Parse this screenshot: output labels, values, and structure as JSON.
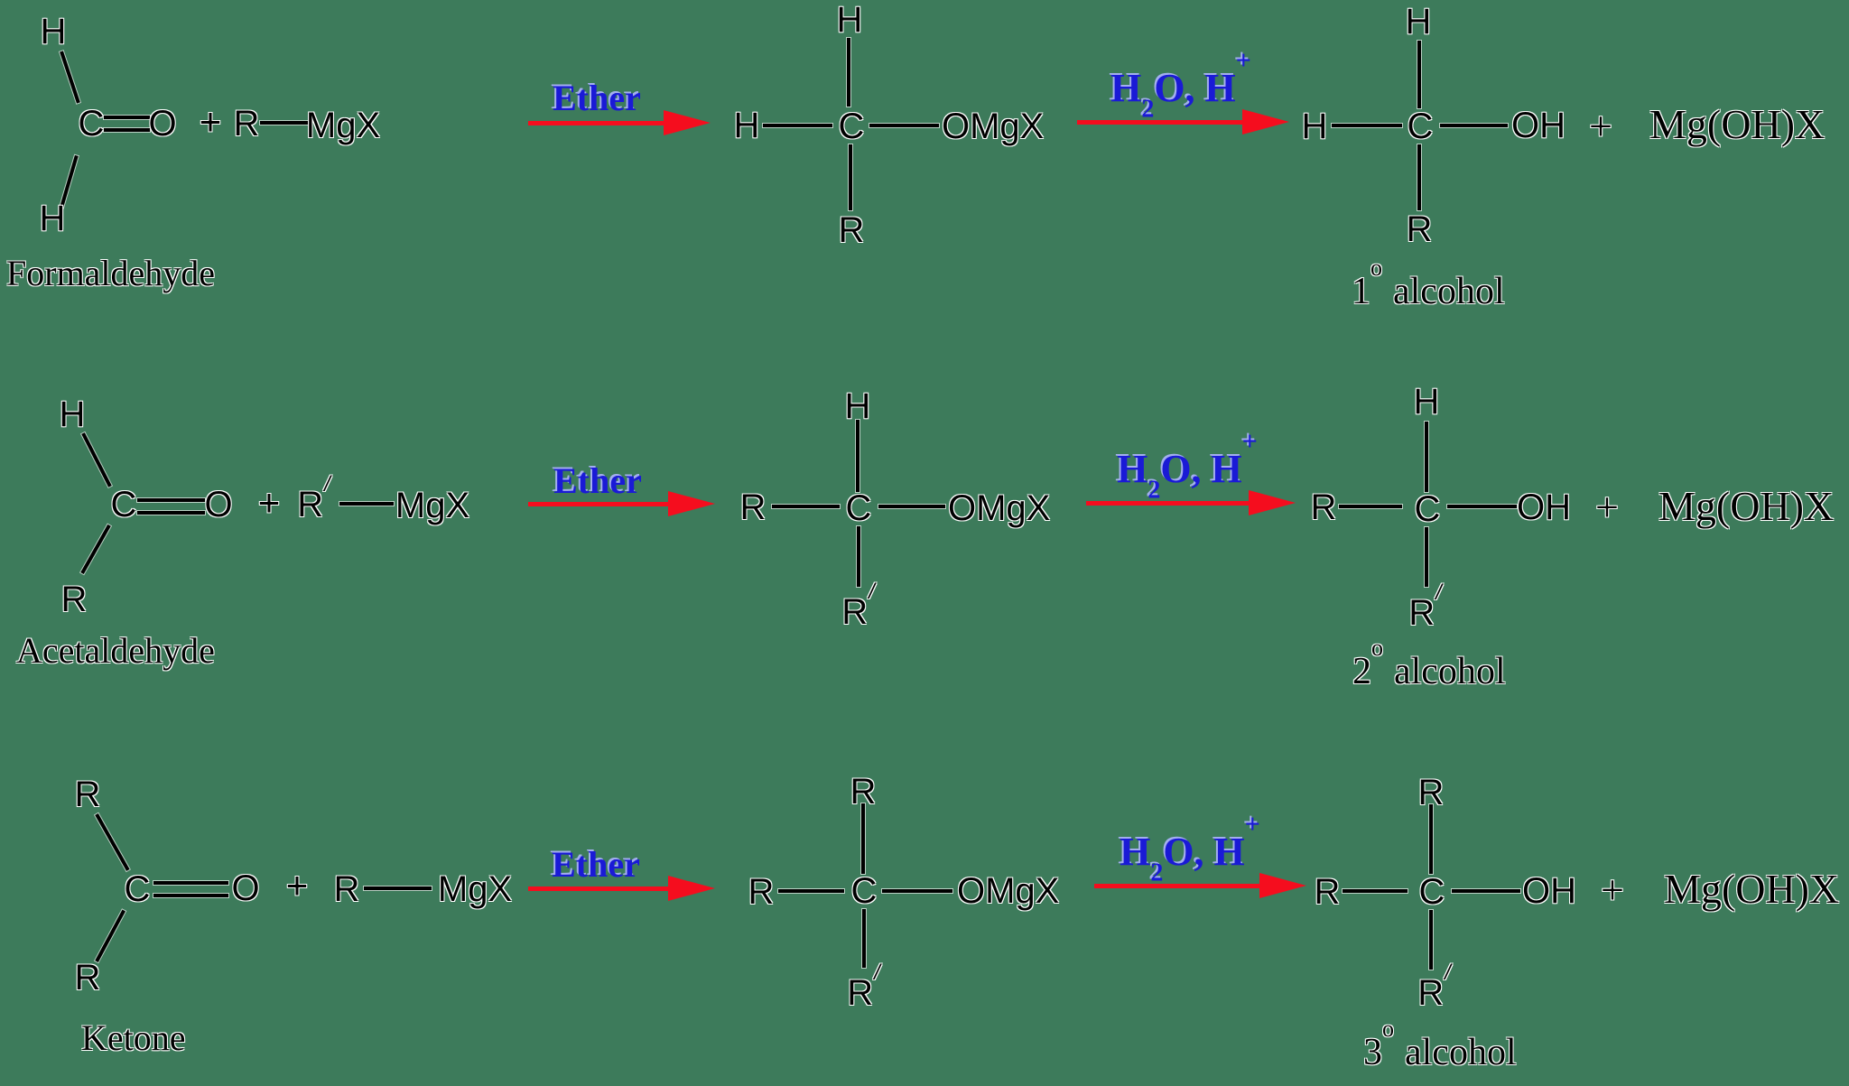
{
  "colors": {
    "background": "#3d7b5b",
    "bond_and_text": "#000000",
    "arrow_red": "#f50d1e",
    "reagent_blue": "#1a1ad6"
  },
  "reactions": [
    {
      "reactant": {
        "label": "Formaldehyde",
        "top": "H",
        "bottom": "H",
        "bottom_sup": "",
        "carbon": "C",
        "oxygen": "O"
      },
      "plus": "+",
      "grignard": {
        "r": "R",
        "r_sup": "",
        "mgx": "MgX"
      },
      "step1_label": "Ether",
      "step2_label": {
        "h": "H",
        "sub": "2",
        "rest": "O, H",
        "sup": "+"
      },
      "adduct": {
        "left": "H",
        "top": "H",
        "carbon": "C",
        "right": "OMgX",
        "bottom": "R",
        "bottom_sup": ""
      },
      "product": {
        "left": "H",
        "top": "H",
        "carbon": "C",
        "right": "OH",
        "bottom": "R",
        "bottom_sup": ""
      },
      "plus2": "+",
      "byproduct": "Mg(OH)X",
      "product_label": {
        "num": "1",
        "sup": "o",
        "word": "alcohol"
      }
    },
    {
      "reactant": {
        "label": "Acetaldehyde",
        "top": "H",
        "bottom": "R",
        "bottom_sup": "",
        "carbon": "C",
        "oxygen": "O"
      },
      "plus": "+",
      "grignard": {
        "r": "R",
        "r_sup": "/",
        "mgx": "MgX"
      },
      "step1_label": "Ether",
      "step2_label": {
        "h": "H",
        "sub": "2",
        "rest": "O, H",
        "sup": "+"
      },
      "adduct": {
        "left": "R",
        "top": "H",
        "carbon": "C",
        "right": "OMgX",
        "bottom": "R",
        "bottom_sup": "/"
      },
      "product": {
        "left": "R",
        "top": "H",
        "carbon": "C",
        "right": "OH",
        "bottom": "R",
        "bottom_sup": "/"
      },
      "plus2": "+",
      "byproduct": "Mg(OH)X",
      "product_label": {
        "num": "2",
        "sup": "o",
        "word": "alcohol"
      }
    },
    {
      "reactant": {
        "label": "Ketone",
        "top": "R",
        "bottom": "R",
        "bottom_sup": "",
        "carbon": "C",
        "oxygen": "O"
      },
      "plus": "+",
      "grignard": {
        "r": "R",
        "r_sup": "",
        "mgx": "MgX"
      },
      "step1_label": "Ether",
      "step2_label": {
        "h": "H",
        "sub": "2",
        "rest": "O, H",
        "sup": "+"
      },
      "adduct": {
        "left": "R",
        "top": "R",
        "carbon": "C",
        "right": "OMgX",
        "bottom": "R",
        "bottom_sup": "/"
      },
      "product": {
        "left": "R",
        "top": "R",
        "carbon": "C",
        "right": "OH",
        "bottom": "R",
        "bottom_sup": "/"
      },
      "plus2": "+",
      "byproduct": "Mg(OH)X",
      "product_label": {
        "num": "3",
        "sup": "o",
        "word": "alcohol"
      }
    }
  ]
}
